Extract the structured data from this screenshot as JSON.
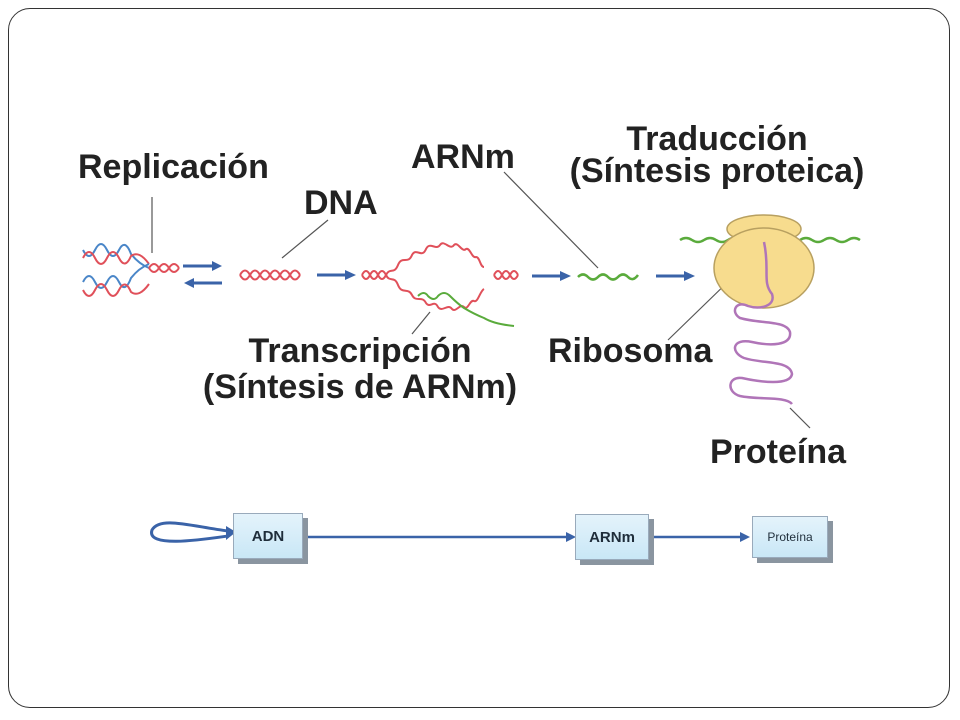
{
  "labels": {
    "replicacion": "Replicación",
    "dna": "DNA",
    "arnm": "ARNm",
    "traduccion_1": "Traducción",
    "traduccion_2": "(Síntesis proteica)",
    "transcripcion_1": "Transcripción",
    "transcripcion_2": "(Síntesis de ARNm)",
    "ribosoma": "Ribosoma",
    "proteina": "Proteína"
  },
  "flow": {
    "box_1": "ADN",
    "box_2": "ARNm",
    "box_3": "Proteína"
  },
  "colors": {
    "dna_red": "#e0505a",
    "dna_blue": "#4a86c8",
    "rna_green": "#5aab3c",
    "arrow_blue": "#3a63a8",
    "ribosome_fill": "#f7dc8e",
    "protein_purple": "#b075b8"
  }
}
